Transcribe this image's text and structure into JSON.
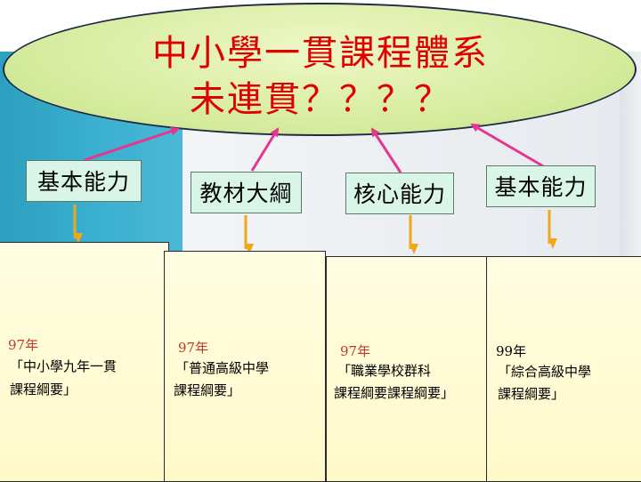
{
  "title": {
    "line1": "中小學一貫課程體系",
    "line2": "未連貫？？？？"
  },
  "colors": {
    "title_red": "#e00000",
    "arrow_pink": "#e6358f",
    "arrow_gold": "#f0a81a",
    "year_red": "#c0392b",
    "label_fill": "#d8f5e8",
    "box_fill": "#fffbd2"
  },
  "labels": [
    {
      "text": "基本能力"
    },
    {
      "text": "教材大綱"
    },
    {
      "text": "核心能力"
    },
    {
      "text": "基本能力"
    }
  ],
  "columns": [
    {
      "year": "97年",
      "line1": "「中小學九年一貫",
      "line2": "課程綱要」"
    },
    {
      "year": "97年",
      "line1": "「普通高級中學",
      "line2": "課程綱要」"
    },
    {
      "year": "97年",
      "line1": "「職業學校群科",
      "line2": "課程綱要課程綱要」"
    },
    {
      "year": "99年",
      "line1": "「綜合高級中學",
      "line2": "課程綱要」"
    }
  ]
}
